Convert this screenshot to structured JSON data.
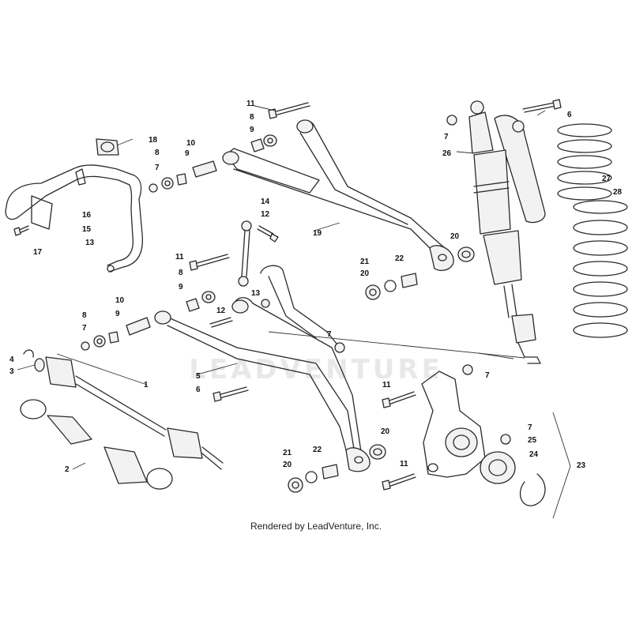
{
  "watermark": "LEADVENTURE",
  "credit": "Rendered by LeadVenture, Inc.",
  "callouts": [
    {
      "id": "c1",
      "text": "1"
    },
    {
      "id": "c2",
      "text": "2"
    },
    {
      "id": "c3",
      "text": "3"
    },
    {
      "id": "c4",
      "text": "4"
    },
    {
      "id": "c5",
      "text": "5"
    },
    {
      "id": "c6a",
      "text": "6"
    },
    {
      "id": "c6b",
      "text": "6"
    },
    {
      "id": "c7a",
      "text": "7"
    },
    {
      "id": "c7b",
      "text": "7"
    },
    {
      "id": "c7c",
      "text": "7"
    },
    {
      "id": "c7d",
      "text": "7"
    },
    {
      "id": "c7e",
      "text": "7"
    },
    {
      "id": "c7f",
      "text": "7"
    },
    {
      "id": "c8a",
      "text": "8"
    },
    {
      "id": "c8b",
      "text": "8"
    },
    {
      "id": "c8c",
      "text": "8"
    },
    {
      "id": "c8d",
      "text": "8"
    },
    {
      "id": "c9a",
      "text": "9"
    },
    {
      "id": "c9b",
      "text": "9"
    },
    {
      "id": "c9c",
      "text": "9"
    },
    {
      "id": "c9d",
      "text": "9"
    },
    {
      "id": "c10a",
      "text": "10"
    },
    {
      "id": "c10b",
      "text": "10"
    },
    {
      "id": "c11a",
      "text": "11"
    },
    {
      "id": "c11b",
      "text": "11"
    },
    {
      "id": "c11c",
      "text": "11"
    },
    {
      "id": "c11d",
      "text": "11"
    },
    {
      "id": "c12a",
      "text": "12"
    },
    {
      "id": "c12b",
      "text": "12"
    },
    {
      "id": "c13a",
      "text": "13"
    },
    {
      "id": "c13b",
      "text": "13"
    },
    {
      "id": "c14",
      "text": "14"
    },
    {
      "id": "c15",
      "text": "15"
    },
    {
      "id": "c16",
      "text": "16"
    },
    {
      "id": "c17",
      "text": "17"
    },
    {
      "id": "c18",
      "text": "18"
    },
    {
      "id": "c19",
      "text": "19"
    },
    {
      "id": "c20a",
      "text": "20"
    },
    {
      "id": "c20b",
      "text": "20"
    },
    {
      "id": "c20c",
      "text": "20"
    },
    {
      "id": "c20d",
      "text": "20"
    },
    {
      "id": "c21a",
      "text": "21"
    },
    {
      "id": "c21b",
      "text": "21"
    },
    {
      "id": "c22a",
      "text": "22"
    },
    {
      "id": "c22b",
      "text": "22"
    },
    {
      "id": "c23",
      "text": "23"
    },
    {
      "id": "c24",
      "text": "24"
    },
    {
      "id": "c25",
      "text": "25"
    },
    {
      "id": "c26",
      "text": "26"
    },
    {
      "id": "c27",
      "text": "27"
    },
    {
      "id": "c28",
      "text": "28"
    }
  ]
}
